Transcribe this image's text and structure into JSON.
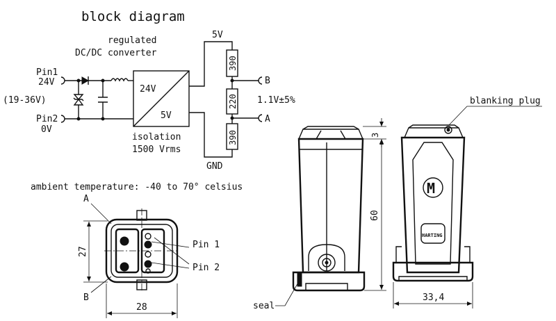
{
  "block_diagram": {
    "title": "block diagram",
    "converter_label_1": "regulated",
    "converter_label_2": "DC/DC converter",
    "pin1": "Pin1",
    "pin1_voltage": "24V",
    "input_range": "(19-36V)",
    "pin2": "Pin2",
    "pin2_voltage": "0V",
    "conv_in": "24V",
    "conv_out": "5V",
    "isolation_1": "isolation",
    "isolation_2": "1500 Vrms",
    "rail_5v": "5V",
    "gnd": "GND",
    "r_top": "390",
    "r_mid": "220",
    "r_bot": "390",
    "out_b": "B",
    "out_a": "A",
    "out_voltage": "1.1V±5%"
  },
  "ambient": "ambient temperature: -40 to 70° celsius",
  "front_view": {
    "label_a": "A",
    "label_b": "B",
    "pin1": "Pin 1",
    "pin2": "Pin 2",
    "dim_height": "27",
    "dim_width": "28"
  },
  "side_view": {
    "dim_top": "3",
    "dim_height": "60",
    "seal": "seal"
  },
  "back_view": {
    "blanking_plug": "blanking plug",
    "logo_letter": "M",
    "brand": "HARTING",
    "dim_width": "33,4"
  }
}
